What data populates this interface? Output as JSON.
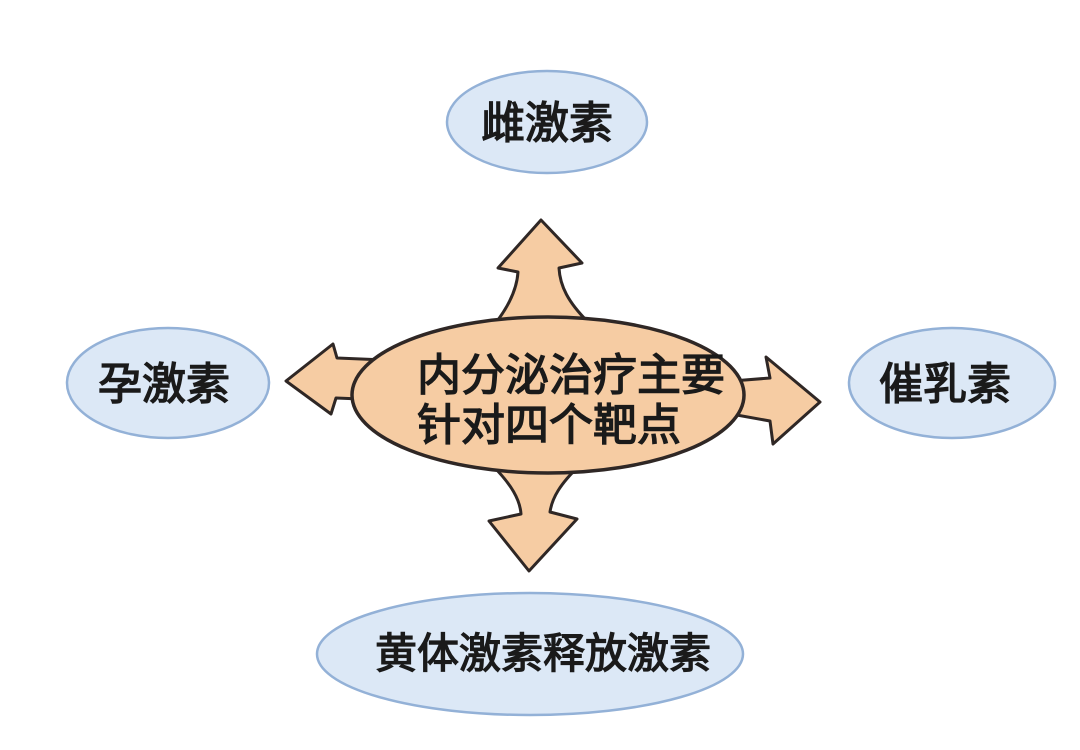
{
  "diagram": {
    "title_hint": "endocrine-therapy-four-targets",
    "center": {
      "label_line1": "内分泌治疗主要",
      "label_line2": "针对四个靶点"
    },
    "nodes": {
      "top": {
        "label": "雌激素"
      },
      "left": {
        "label": "孕激素"
      },
      "right": {
        "label": "催乳素"
      },
      "bottom": {
        "label": "黄体激素释放激素"
      }
    },
    "colors": {
      "background": "#FFFFFF",
      "center_fill": "#F6CCA3",
      "center_stroke": "#2F2725",
      "arrow_fill": "#F6CCA3",
      "arrow_stroke": "#2F2725",
      "node_fill": "#DCE8F6",
      "node_stroke": "#93B1D7",
      "text": "#1A1A1A"
    }
  }
}
